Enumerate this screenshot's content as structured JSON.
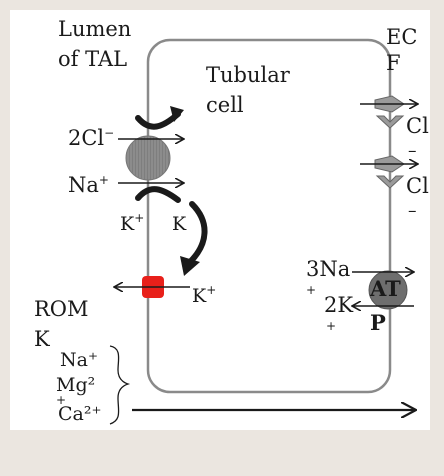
{
  "labels": {
    "lumen_line1": "Lumen",
    "lumen_line2": "of TAL",
    "ecf_line1": "EC",
    "ecf_line2": "F",
    "tubular_line1": "Tubular",
    "tubular_line2": "cell",
    "cl_apical": "2Cl",
    "cl_apical_sup": "−",
    "na_apical": "Na",
    "na_apical_sup": "+",
    "k_lumen": "K",
    "k_lumen_sup": "+",
    "k_recycle": "K",
    "k_romk": "K",
    "k_romk_sup": "+",
    "romk_line1": "ROM",
    "romk_line2": "K",
    "cl_baso_1": "Cl",
    "cl_baso_1_dash": "–",
    "cl_baso_2": "Cl",
    "cl_baso_2_dash": "–",
    "na_pump": "3Na",
    "na_pump_sub": "+",
    "k_pump": "2K",
    "k_pump_sub": "+",
    "atp_line1": "AT",
    "atp_line2": "P",
    "para_na": "Na⁺",
    "para_mg": "Mg²",
    "para_mg_extra": "+",
    "para_ca": "Ca²⁺"
  },
  "colors": {
    "cell_border": "#8a8a8a",
    "cotransporter": "#8c8c8c",
    "romk_channel": "#e8201a",
    "atpase": "#6e6e6e",
    "cl_channel": "#9a9a9a",
    "arrow": "#1a1a1a"
  }
}
